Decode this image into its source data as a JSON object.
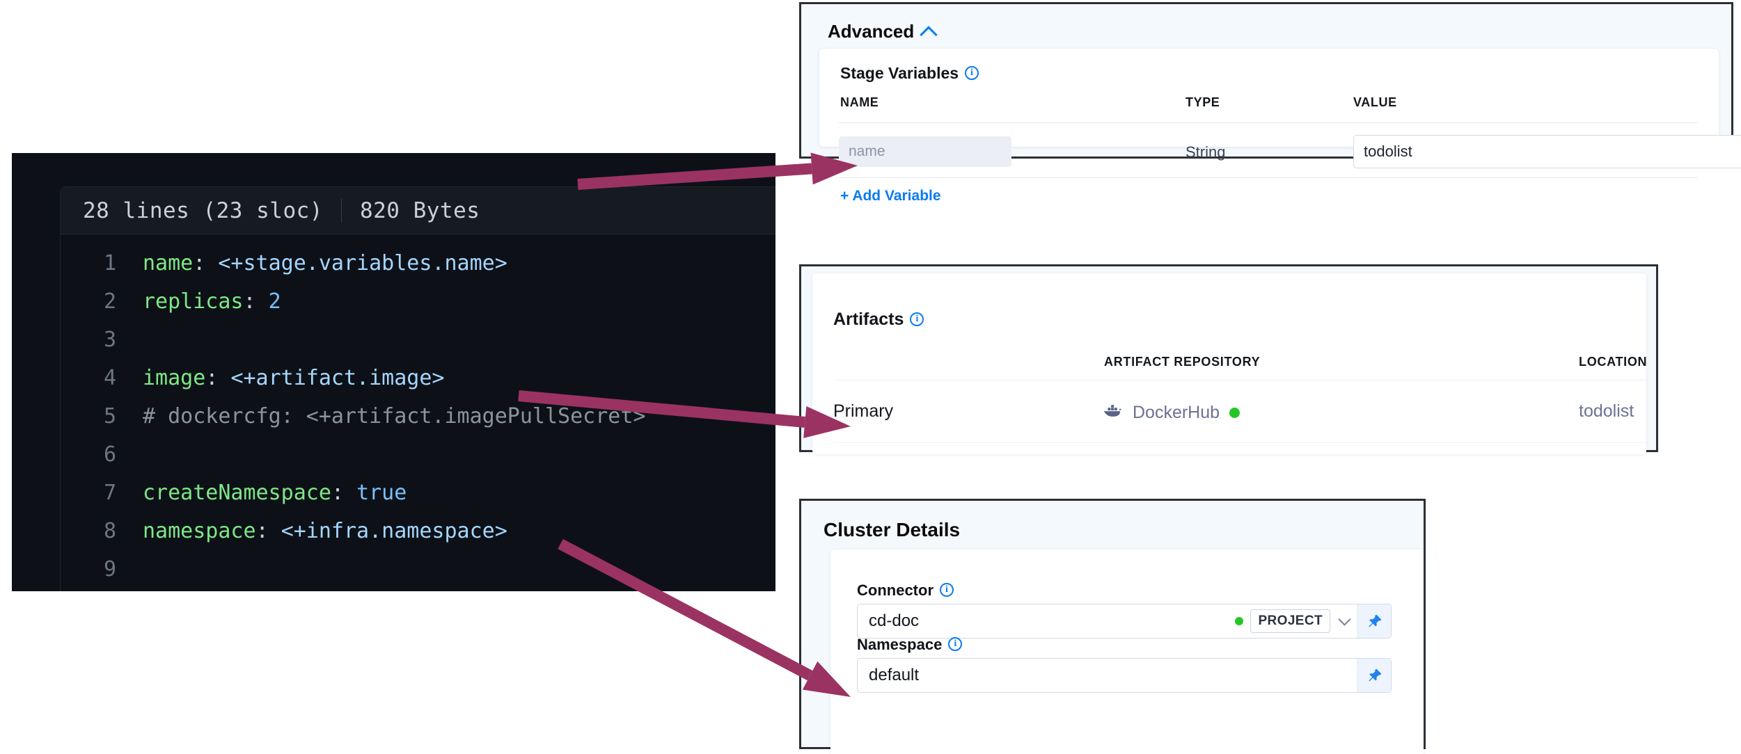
{
  "code_panel": {
    "meta": {
      "lines_label": "28 lines (23 sloc)",
      "size_label": "820 Bytes"
    },
    "lines": [
      {
        "num": "1",
        "segments": [
          {
            "text": "name",
            "tok": "tok-key"
          },
          {
            "text": ": ",
            "tok": "tok-punc"
          },
          {
            "text": "<+stage.variables.name>",
            "tok": "tok-expr"
          }
        ]
      },
      {
        "num": "2",
        "segments": [
          {
            "text": "replicas",
            "tok": "tok-key"
          },
          {
            "text": ": ",
            "tok": "tok-punc"
          },
          {
            "text": "2",
            "tok": "tok-num"
          }
        ]
      },
      {
        "num": "3",
        "segments": []
      },
      {
        "num": "4",
        "segments": [
          {
            "text": "image",
            "tok": "tok-key"
          },
          {
            "text": ": ",
            "tok": "tok-punc"
          },
          {
            "text": "<+artifact.image>",
            "tok": "tok-expr"
          }
        ]
      },
      {
        "num": "5",
        "segments": [
          {
            "text": "# dockercfg: <+artifact.imagePullSecret>",
            "tok": "tok-comment"
          }
        ]
      },
      {
        "num": "6",
        "segments": []
      },
      {
        "num": "7",
        "segments": [
          {
            "text": "createNamespace",
            "tok": "tok-key"
          },
          {
            "text": ": ",
            "tok": "tok-punc"
          },
          {
            "text": "true",
            "tok": "tok-bool"
          }
        ]
      },
      {
        "num": "8",
        "segments": [
          {
            "text": "namespace",
            "tok": "tok-key"
          },
          {
            "text": ": ",
            "tok": "tok-punc"
          },
          {
            "text": "<+infra.namespace>",
            "tok": "tok-expr"
          }
        ]
      },
      {
        "num": "9",
        "segments": []
      }
    ]
  },
  "advanced_panel": {
    "title": "Advanced",
    "collapse_icon": "chevron-up-icon",
    "stage_variables": {
      "label": "Stage Variables",
      "info_icon": "info-icon",
      "columns": {
        "name": "NAME",
        "type": "TYPE",
        "value": "VALUE"
      },
      "rows": [
        {
          "name_value": "",
          "name_placeholder": "name",
          "copy_icon": "copy-icon",
          "type": "String",
          "value": "todolist",
          "pin_icon": "pin-icon",
          "edit_icon": "pencil-icon",
          "delete_icon": "trash-icon"
        }
      ],
      "add_variable_label": "+ Add Variable"
    }
  },
  "artifacts_panel": {
    "label": "Artifacts",
    "info_icon": "info-icon",
    "columns": {
      "type": "",
      "repository": "ARTIFACT REPOSITORY",
      "location": "LOCATION"
    },
    "rows": [
      {
        "type": "Primary",
        "repository": "DockerHub",
        "repository_icon": "docker-whale-icon",
        "status_dot": "status-dot-green",
        "location": "todolist"
      }
    ]
  },
  "cluster_panel": {
    "title": "Cluster Details",
    "fields": [
      {
        "label": "Connector",
        "info_icon": "info-icon",
        "value": "cd-doc",
        "scope_dot": "status-dot-green",
        "scope": "PROJECT",
        "dropdown_icon": "chevron-down-icon",
        "pin_icon": "pin-icon"
      },
      {
        "label": "Namespace",
        "info_icon": "info-icon",
        "value": "default",
        "pin_icon": "pin-icon"
      }
    ]
  },
  "annotations": {
    "arrow_color": "#9b3362",
    "arrows": [
      {
        "name": "arrow-stage-variable-name",
        "from": "code line 1 <+stage.variables.name>",
        "to": "Stage Variables NAME input"
      },
      {
        "name": "arrow-artifact-image",
        "from": "code line 4 <+artifact.image>",
        "to": "Artifacts Primary row"
      },
      {
        "name": "arrow-infra-namespace",
        "from": "code line 8 <+infra.namespace>",
        "to": "Cluster Details Namespace field"
      }
    ]
  },
  "colors": {
    "accent_blue": "#0a7cf0",
    "code_bg": "#0d1117",
    "panel_bg": "#f4f9fd",
    "status_green": "#22c725",
    "arrow": "#9b3362"
  }
}
